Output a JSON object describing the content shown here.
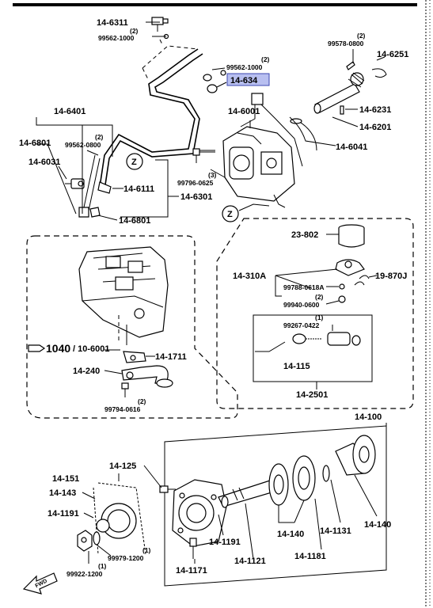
{
  "labels": {
    "p_14_6311": "14-6311",
    "q_2_a": "(2)",
    "p_99562_1000_a": "99562-1000",
    "q_2_b": "(2)",
    "p_99562_1000_b": "99562-1000",
    "p_14_634": "14-634",
    "q_2_c": "(2)",
    "p_99578_0800": "99578-0800",
    "p_14_6251": "14-6251",
    "p_14_6231": "14-6231",
    "p_14_6201": "14-6201",
    "p_14_6401": "14-6401",
    "p_14_6801_a": "14-6801",
    "q_2_d": "(2)",
    "p_99562_0800": "99562-0800",
    "p_14_6001": "14-6001",
    "p_14_6041": "14-6041",
    "p_14_6031": "14-6031",
    "p_14_6111": "14-6111",
    "p_99796_0625": "99796-0625",
    "q_3_a": "(3)",
    "p_14_6301": "14-6301",
    "p_14_6801_b": "14-6801",
    "z_1": "Z",
    "z_2": "Z",
    "p_23_802": "23-802",
    "p_14_310a": "14-310A",
    "p_19_870j": "19-870J",
    "p_99788_0618a": "99788-0618A",
    "q_2_e": "(2)",
    "p_99940_0600": "99940-0600",
    "q_1_a": "(1)",
    "p_99267_0422": "99267-0422",
    "p_14_115": "14-115",
    "p_14_2501": "14-2501",
    "p_1040": "1040",
    "p_10_6001": "/ 10-6001",
    "p_14_1711": "14-1711",
    "p_14_240": "14-240",
    "q_2_f": "(2)",
    "p_99794_0616": "99794-0616",
    "p_14_100": "14-100",
    "p_14_125": "14-125",
    "p_14_151": "14-151",
    "p_14_143": "14-143",
    "p_14_1191_a": "14-1191",
    "p_14_1191_b": "14-1191",
    "p_14_140_a": "14-140",
    "p_14_140_b": "14-140",
    "p_14_1131": "14-1131",
    "p_14_1181": "14-1181",
    "p_14_1121": "14-1121",
    "p_14_1171": "14-1171",
    "q_1_b": "(1)",
    "p_99979_1200": "99979-1200",
    "q_1_c": "(1)",
    "p_99922_1200": "99922-1200",
    "fwd": "FWD"
  },
  "colors": {
    "highlight_fill": "#b8bff0",
    "highlight_stroke": "#3b47b0",
    "line": "#000000"
  }
}
